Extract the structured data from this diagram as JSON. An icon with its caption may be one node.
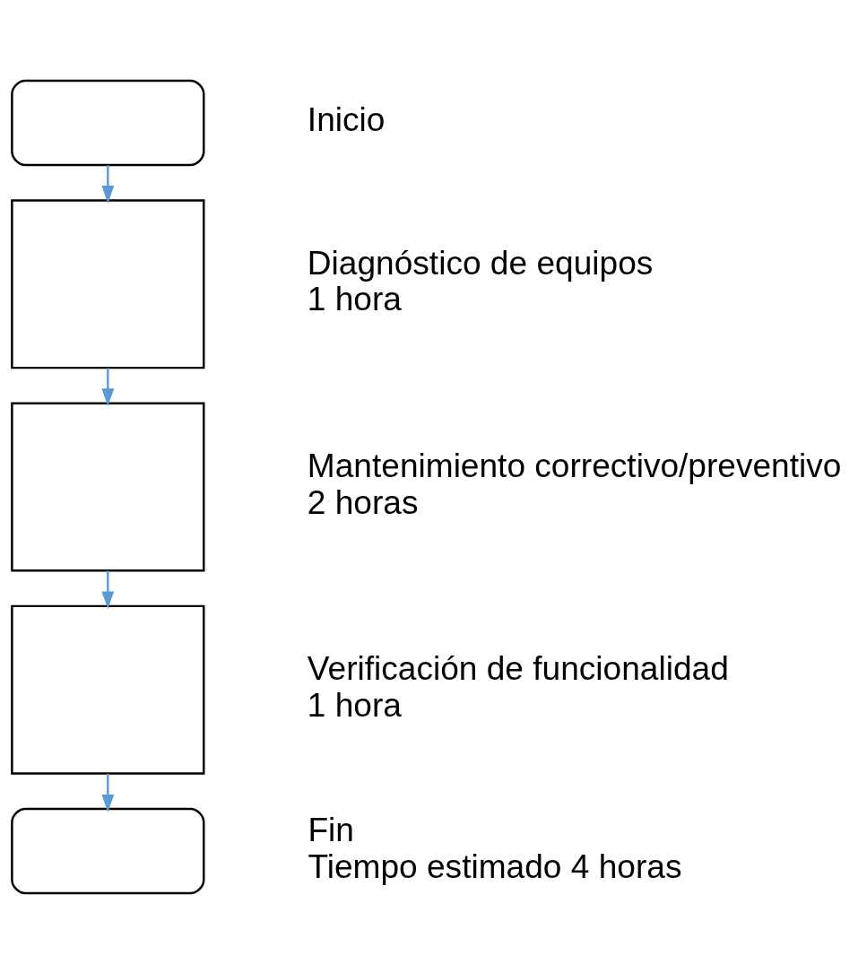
{
  "diagram": {
    "nodes": [
      {
        "text": [],
        "shape": "stadium",
        "beside": [
          "Inicio"
        ]
      },
      {
        "text": [],
        "shape": "box",
        "beside": [
          "Diagnóstico de equipos",
          "1 hora"
        ]
      },
      {
        "text": [],
        "shape": "box",
        "beside": [
          "Mantenimiento correctivo/preventivo",
          "2 horas"
        ]
      },
      {
        "text": [],
        "shape": "box",
        "beside": [
          "Verificación de funcionalidad",
          "1 hora"
        ]
      },
      {
        "text": [],
        "shape": "stadium",
        "beside": [
          "Fin",
          "Tiempo estimado 4 horas"
        ]
      }
    ],
    "edges": [
      {
        "from": 0,
        "to": 1,
        "arrow": "to"
      },
      {
        "from": 1,
        "to": 2,
        "arrow": "to"
      },
      {
        "from": 2,
        "to": 3,
        "arrow": "to"
      },
      {
        "from": 3,
        "to": 4,
        "arrow": "to"
      }
    ]
  }
}
